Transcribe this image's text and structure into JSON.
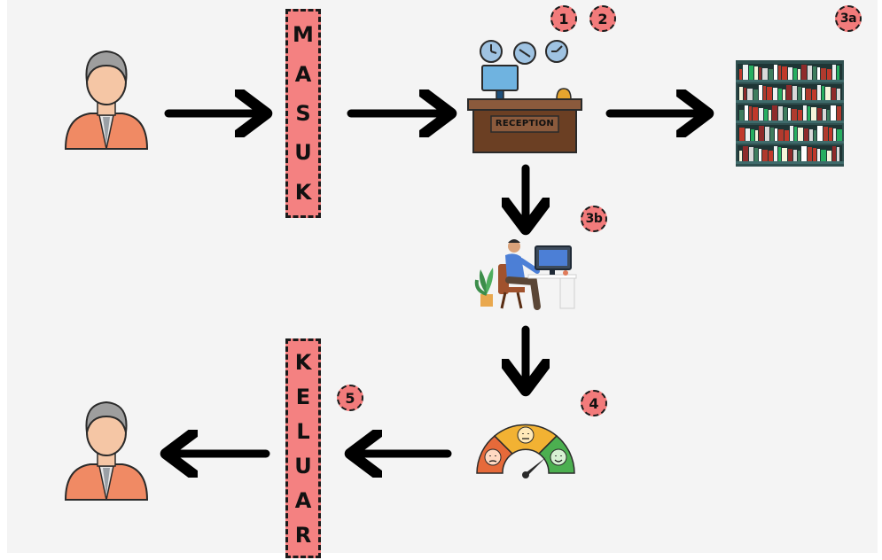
{
  "entrance": {
    "letters": [
      "M",
      "A",
      "S",
      "U",
      "K"
    ]
  },
  "exit": {
    "letters": [
      "K",
      "E",
      "L",
      "U",
      "A",
      "R"
    ]
  },
  "reception": {
    "label": "RECEPTION"
  },
  "badges": {
    "step1": "1",
    "step2": "2",
    "step3a": "3a",
    "step3b": "3b",
    "step4": "4",
    "step5": "5"
  },
  "colors": {
    "banner_fill": "#f48181",
    "person_shirt": "#f08a64",
    "desk": "#6b3f23",
    "shelf": "#2f4f4f"
  }
}
